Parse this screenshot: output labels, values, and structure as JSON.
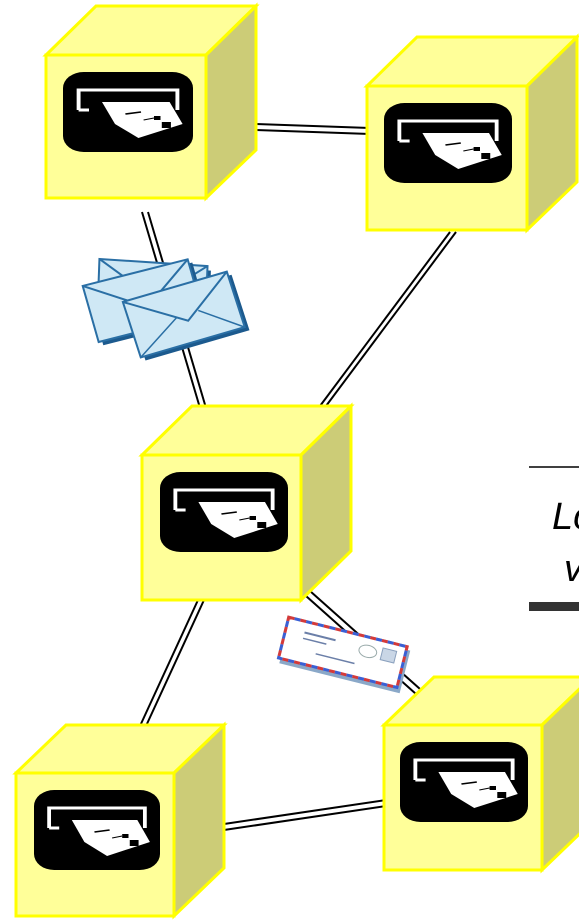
{
  "caption": {
    "line1": "Lo",
    "line2": "v"
  },
  "nodes": [
    {
      "id": "top-left-server",
      "icon": "mail-slot-icon"
    },
    {
      "id": "top-right-server",
      "icon": "mail-slot-icon"
    },
    {
      "id": "middle-server",
      "icon": "mail-slot-icon"
    },
    {
      "id": "bottom-left-server",
      "icon": "mail-slot-icon"
    },
    {
      "id": "bottom-right-server",
      "icon": "mail-slot-icon"
    }
  ],
  "links": [
    [
      "top-left-server",
      "top-right-server"
    ],
    [
      "top-left-server",
      "middle-server"
    ],
    [
      "top-right-server",
      "middle-server"
    ],
    [
      "middle-server",
      "bottom-left-server"
    ],
    [
      "middle-server",
      "bottom-right-server"
    ],
    [
      "bottom-left-server",
      "bottom-right-server"
    ]
  ],
  "messages": [
    {
      "id": "envelope-stack",
      "icon": "envelope-stack-icon",
      "on_link": [
        "top-left-server",
        "middle-server"
      ]
    },
    {
      "id": "airmail-letter",
      "icon": "airmail-envelope-icon",
      "on_link": [
        "middle-server",
        "bottom-right-server"
      ]
    }
  ],
  "colors": {
    "cube_front": "#ffff99",
    "cube_top": "#ffff99",
    "cube_side": "#cccc77",
    "cube_edge": "#ffff00",
    "slot_bg": "#000000",
    "envelope_fill": "#cfe8f5",
    "envelope_stroke": "#2a6fa5",
    "envelope_shadow": "#1c5a8e"
  }
}
